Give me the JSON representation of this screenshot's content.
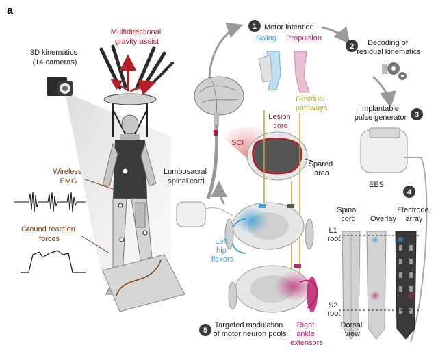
{
  "panel_letter": "a",
  "colors": {
    "red": "#b3202a",
    "brown": "#7a3b12",
    "blue": "#3ea0d8",
    "magenta": "#b81f6d",
    "olive": "#b8ad2c",
    "grey": "#9a9a9a",
    "step_circle": "#3a3a3a"
  },
  "left": {
    "gravity_assist": [
      "Multidirectional",
      "gravity-assist"
    ],
    "kinematics": [
      "3D kinematics",
      "(14 cameras)"
    ],
    "wireless_emg": [
      "Wireless",
      "EMG"
    ],
    "ground_forces": [
      "Ground reaction",
      "forces"
    ]
  },
  "right": {
    "lumbosacral": [
      "Lumbosacral",
      "spinal cord"
    ],
    "step1": {
      "num": "1",
      "label": "Motor intention",
      "swing": "Swing",
      "propulsion": "Propulsion"
    },
    "step2": {
      "num": "2",
      "label": [
        "Decoding of",
        "residual kinematics"
      ]
    },
    "step3": {
      "num": "3",
      "label": [
        "Implantable",
        "pulse generator"
      ]
    },
    "step4": {
      "num": "4",
      "label": "EES"
    },
    "step5": {
      "num": "5",
      "label": [
        "Targeted modulation",
        "of motor neuron pools"
      ]
    },
    "sci": "SCI",
    "lesion_core": [
      "Lesion",
      "core"
    ],
    "residual_pathways": [
      "Residual",
      "pathways"
    ],
    "spared_area": [
      "Spared",
      "area"
    ],
    "left_hip": [
      "Left",
      "hip",
      "flexors"
    ],
    "right_ankle": [
      "Right",
      "ankle",
      "extensors"
    ],
    "col_spinal": [
      "Spinal",
      "cord"
    ],
    "col_overlay": "Overlay",
    "col_electrode": [
      "Electrode",
      "array"
    ],
    "l1": [
      "L1",
      "root"
    ],
    "s2": [
      "S2",
      "root"
    ],
    "dorsal": [
      "Dorsal",
      "view"
    ]
  }
}
